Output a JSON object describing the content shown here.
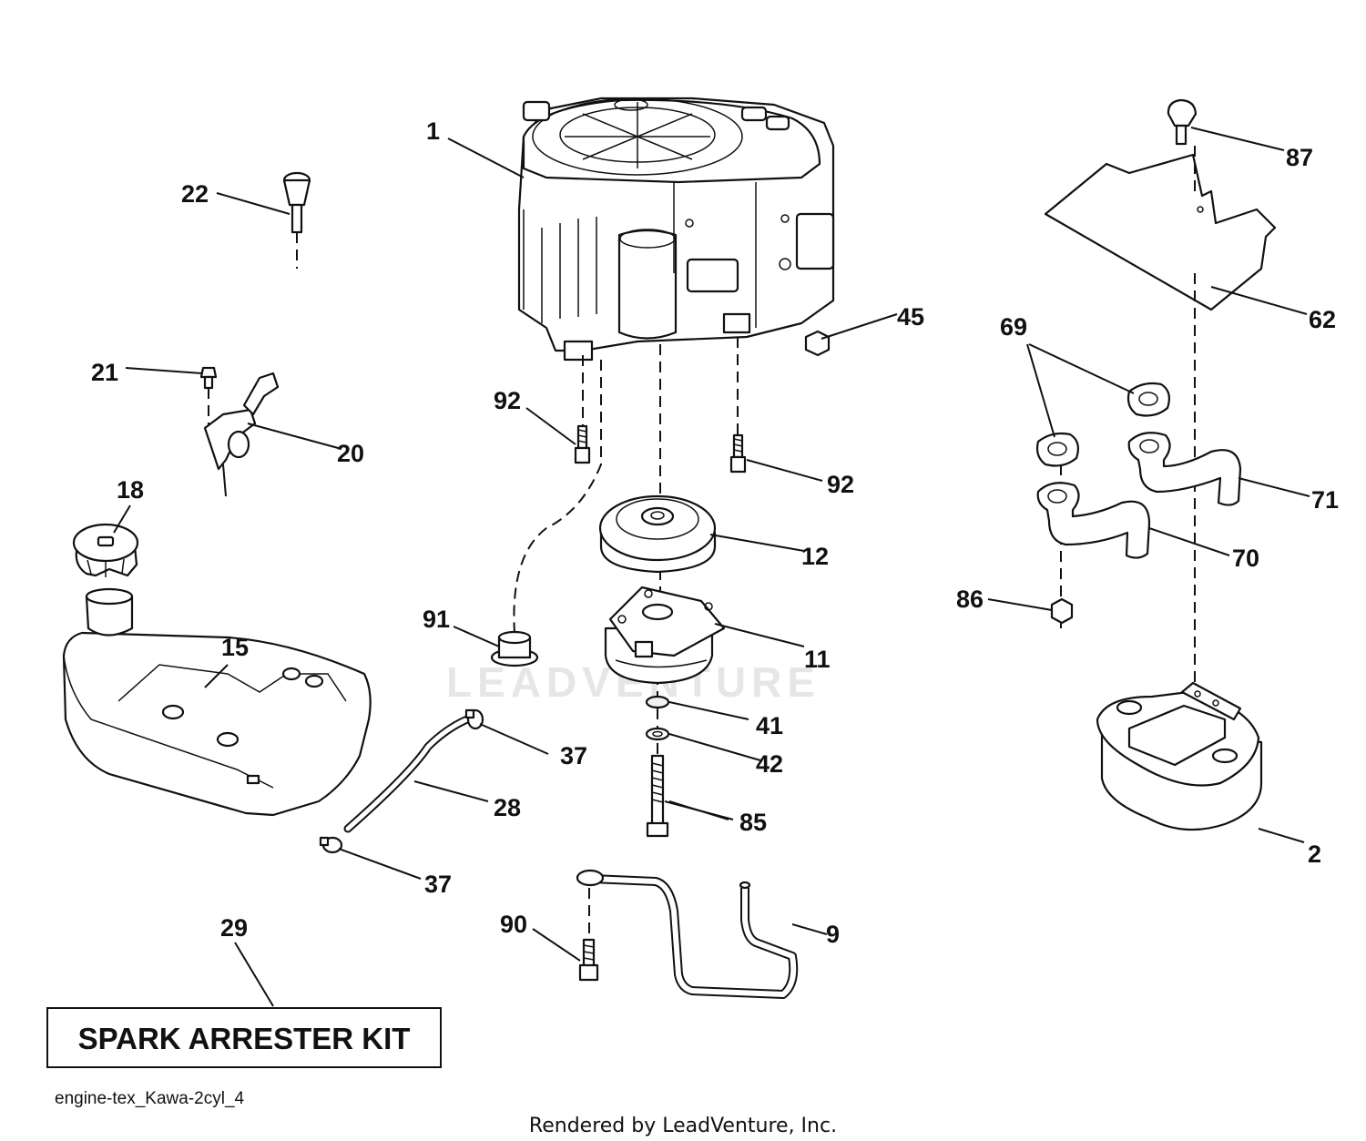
{
  "watermark": "LEADVENTURE",
  "callouts": {
    "c1": "1",
    "c2": "2",
    "c9": "9",
    "c11": "11",
    "c12": "12",
    "c15": "15",
    "c18": "18",
    "c20": "20",
    "c21": "21",
    "c22": "22",
    "c28": "28",
    "c29": "29",
    "c37a": "37",
    "c37b": "37",
    "c41": "41",
    "c42": "42",
    "c45": "45",
    "c62": "62",
    "c69": "69",
    "c70": "70",
    "c71": "71",
    "c85": "85",
    "c86": "86",
    "c87": "87",
    "c90": "90",
    "c91": "91",
    "c92a": "92",
    "c92b": "92"
  },
  "kit_box": {
    "label": "SPARK ARRESTER KIT"
  },
  "diagram_ref": "engine-tex_Kawa-2cyl_4",
  "footer": {
    "credit": "Rendered by LeadVenture, Inc."
  }
}
